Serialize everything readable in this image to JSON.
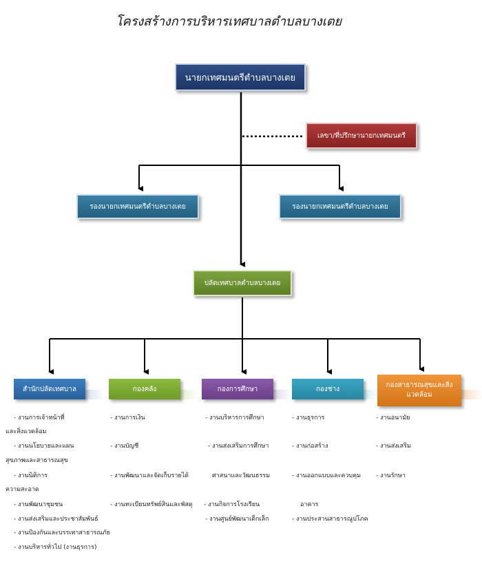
{
  "title": "โครงสร้างการบริหารเทศบาลตำบลบางเตย",
  "mayor": "นายกเทศมนตรีตำบลบางเตย",
  "secretary": "เลขา/ที่ปรึกษานายกเทศมนตรี",
  "deputy_left": "รองนายกเทศมนตรีตำบลบางเตย",
  "deputy_right": "รองนายกเทศมนตรีตำบลบางเตย",
  "clerk": "ปลัดเทศบาลตำบลบางเตย",
  "departments": [
    "สำนักปลัดเทศบาล",
    "กองคลัง",
    "กองการศึกษา",
    "กองช่าง",
    "กองสาธารณสุขและสิ่งแวดล้อม"
  ],
  "col1": [
    "- งานการเจ้าหน้าที่",
    "และสิ่งแวดล้อม",
    "- งานนโยบายและแผน",
    "สุขภาพและสาธารณสุข",
    "- งานนิติการ",
    "ความสะอาด",
    "- งานพัฒนาชุมชน",
    "- งานส่งเสริมและประชาสัมพันธ์",
    "- งานป้องกันและบรรเทาสาธารณภัย",
    "- งานบริหารทั่วไป (งานธุรการ)"
  ],
  "col2": [
    "- งานการเงิน",
    "- งานบัญชี",
    "- งานพัฒนาและจัดเก็บรายได้",
    "- งานทะเบียนทรัพย์สินและพัสดุ"
  ],
  "col3": [
    "- งานบริหารการศึกษา",
    "- งานส่งเสริมการศึกษา",
    "ศาสนาและวัฒนธรรม",
    "- งานกิจการโรงเรียน",
    "- งานศูนย์พัฒนาเด็กเล็ก"
  ],
  "col4": [
    "- งานธุรการ",
    "- งานก่อสร้าง",
    "- งานออกแบบและควบคุม",
    "อาคาร",
    "- งานประสานสาธารณูปโภค"
  ],
  "col5": [
    "- งานอนามัย",
    "- งานส่งเสริม",
    "- งานรักษา"
  ]
}
